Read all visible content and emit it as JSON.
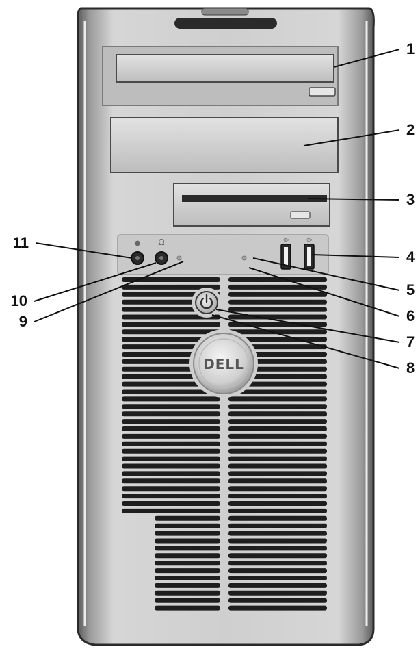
{
  "figure": {
    "brand_logo": "DELL",
    "callouts": [
      {
        "id": "1",
        "label": "1"
      },
      {
        "id": "2",
        "label": "2"
      },
      {
        "id": "3",
        "label": "3"
      },
      {
        "id": "4",
        "label": "4"
      },
      {
        "id": "5",
        "label": "5"
      },
      {
        "id": "6",
        "label": "6"
      },
      {
        "id": "7",
        "label": "7"
      },
      {
        "id": "8",
        "label": "8"
      },
      {
        "id": "9",
        "label": "9"
      },
      {
        "id": "10",
        "label": "10"
      },
      {
        "id": "11",
        "label": "11"
      }
    ]
  },
  "colors": {
    "case_silver": "#c8c8c8",
    "case_shadow": "#6e6e6e",
    "vent_dark": "#1e1e1e",
    "leader_line": "#111111"
  }
}
